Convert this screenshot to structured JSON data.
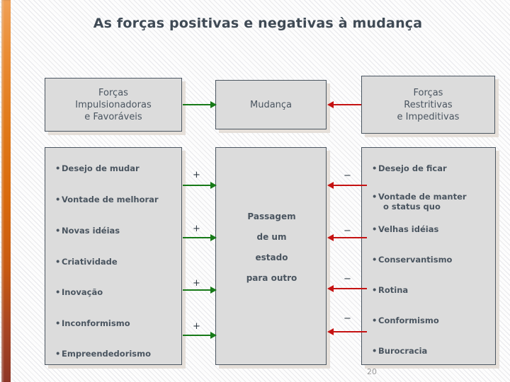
{
  "slide": {
    "title": "As forças positivas e negativas à mudança",
    "page_number": "20",
    "accent_color": "#e07818",
    "box_fill": "#dcdcdc",
    "box_border": "#4a5560",
    "text_color": "#4a5560",
    "positive_arrow_color": "#177a18",
    "negative_arrow_color": "#c51212"
  },
  "headers": {
    "left": "Forças\nImpulsionadoras\ne Favoráveis",
    "left_lines": [
      "Forças",
      "Impulsionadoras",
      "e Favoráveis"
    ],
    "center": "Mudança",
    "right": "Forças\nRestritivas\ne Impeditivas",
    "right_lines": [
      "Forças",
      "Restritivas",
      "e Impeditivas"
    ]
  },
  "left_forces": {
    "items": [
      {
        "label": "Desejo de mudar"
      },
      {
        "label": "Vontade de melhorar"
      },
      {
        "label": "Novas idéias"
      },
      {
        "label": "Criatividade"
      },
      {
        "label": "Inovação"
      },
      {
        "label": "Inconformismo"
      },
      {
        "label": "Empreendedorismo"
      }
    ]
  },
  "center_block": {
    "lines": [
      "Passagem",
      "de um",
      "estado",
      "para outro"
    ]
  },
  "right_forces": {
    "items": [
      {
        "label": "Desejo de ficar",
        "sub": ""
      },
      {
        "label": "Vontade de manter",
        "sub": "o status quo"
      },
      {
        "label": "Velhas idéias",
        "sub": ""
      },
      {
        "label": "Conservantismo",
        "sub": ""
      },
      {
        "label": "Rotina",
        "sub": ""
      },
      {
        "label": "Conformismo",
        "sub": ""
      },
      {
        "label": "Burocracia",
        "sub": ""
      }
    ]
  },
  "arrows": {
    "positive_sign": "+",
    "negative_sign": "−",
    "positive_count": 4,
    "negative_count": 4,
    "bullet_glyph": "•"
  }
}
